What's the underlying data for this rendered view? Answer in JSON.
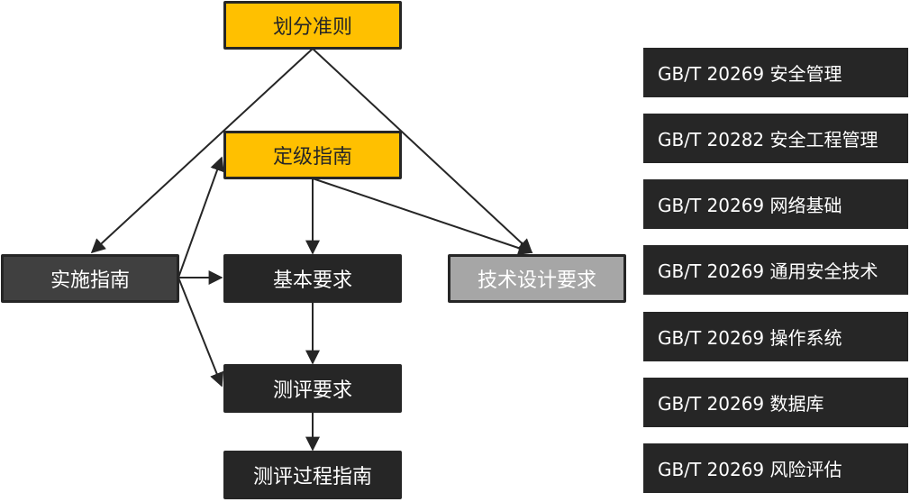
{
  "diagram": {
    "nodes": {
      "huafen": "划分准则",
      "dingji": "定级指南",
      "shishi": "实施指南",
      "jiben": "基本要求",
      "jishu": "技术设计要求",
      "ceping_yaoqiu": "测评要求",
      "ceping_guocheng": "测评过程指南"
    },
    "edges": [
      {
        "from": "划分准则",
        "to": "实施指南"
      },
      {
        "from": "划分准则",
        "to": "技术设计要求"
      },
      {
        "from": "实施指南",
        "to": "定级指南"
      },
      {
        "from": "实施指南",
        "to": "基本要求"
      },
      {
        "from": "实施指南",
        "to": "测评要求"
      },
      {
        "from": "定级指南",
        "to": "基本要求"
      },
      {
        "from": "定级指南",
        "to": "技术设计要求"
      },
      {
        "from": "基本要求",
        "to": "测评要求"
      },
      {
        "from": "测评要求",
        "to": "测评过程指南"
      }
    ],
    "colors": {
      "highlight": "#ffc000",
      "dark": "#262626",
      "medium": "#404040",
      "light": "#a6a6a6"
    }
  },
  "standards": [
    "GB/T 20269 安全管理",
    "GB/T 20282 安全工程管理",
    "GB/T 20269 网络基础",
    "GB/T 20269 通用安全技术",
    "GB/T 20269 操作系统",
    "GB/T 20269 数据库",
    "GB/T 20269 风险评估"
  ]
}
